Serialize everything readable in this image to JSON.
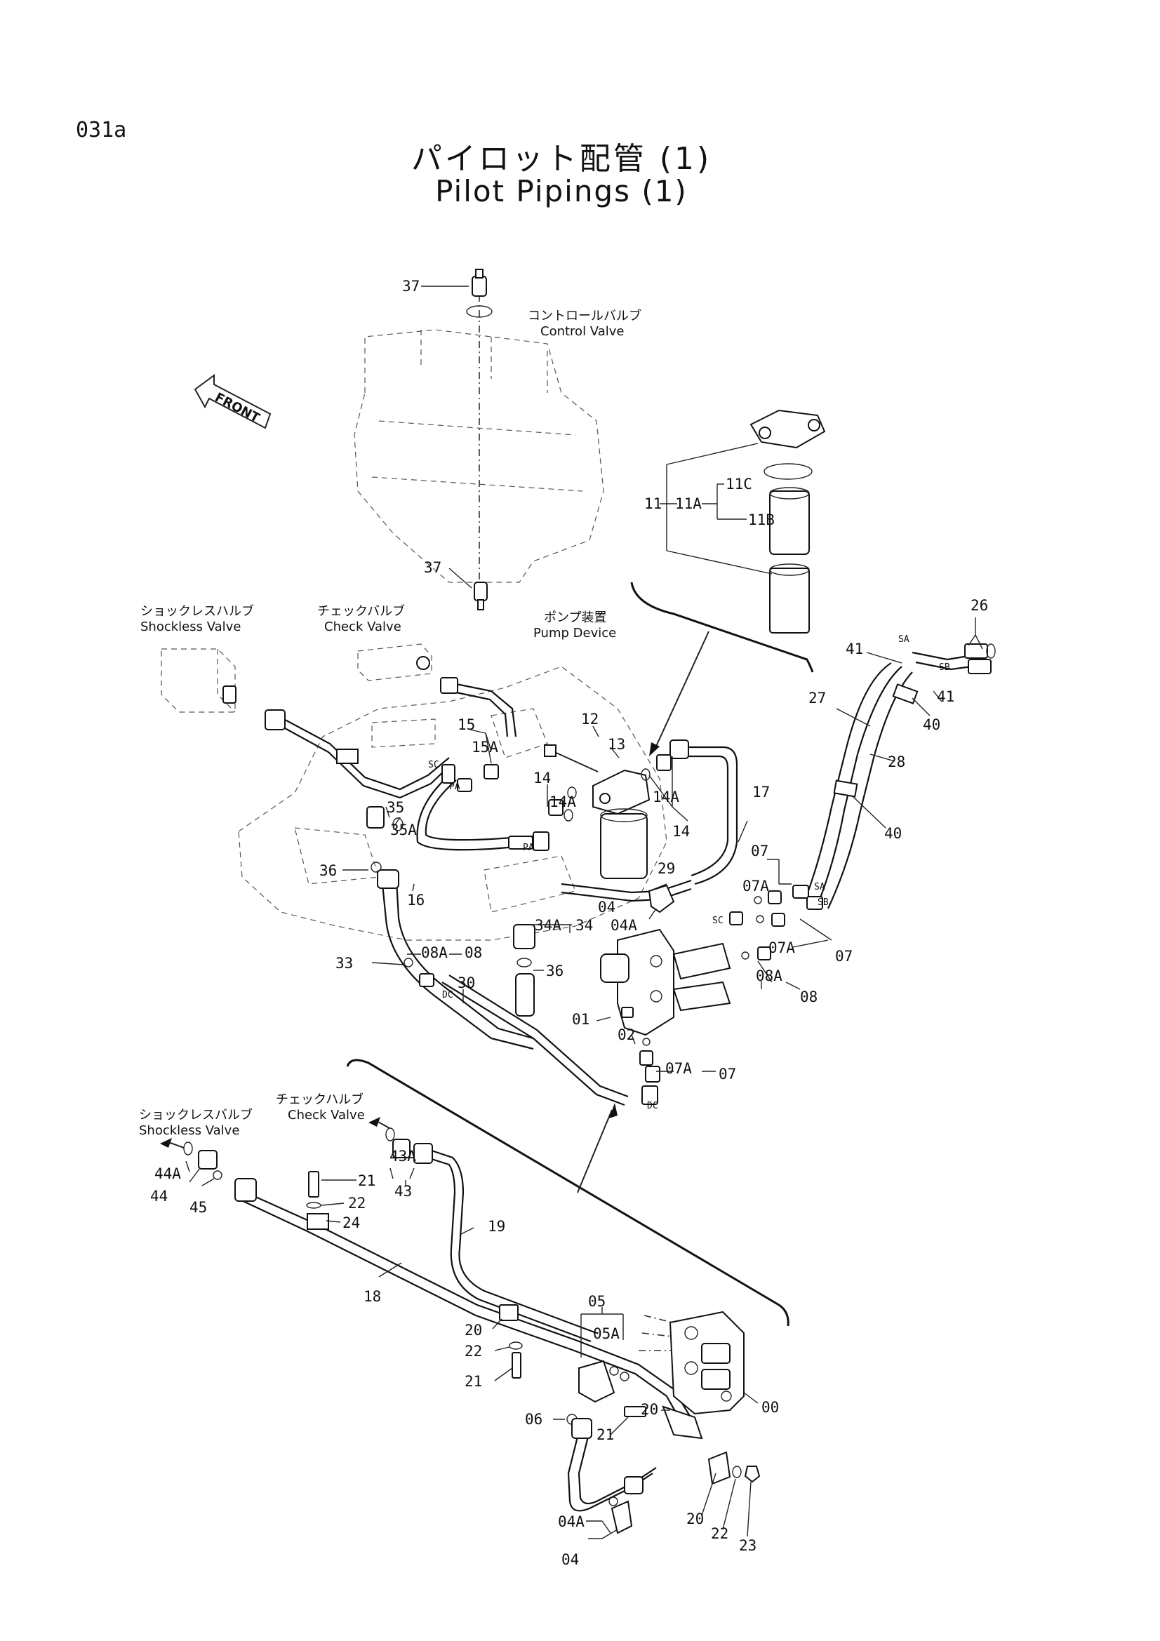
{
  "page_id": "031a",
  "title_jp": "パイロット配管 (1)",
  "title_en": "Pilot Pipings (1)",
  "front_arrow": "FRONT",
  "labels": {
    "control_valve_jp": "コントロールバルブ",
    "control_valve_en": "Control Valve",
    "shockless_valve_jp_top": "ショックレスハルブ",
    "shockless_valve_en_top": "Shockless Valve",
    "check_valve_jp_top": "チェックバルブ",
    "check_valve_en_top": "Check Valve",
    "pump_device_jp": "ポンプ装置",
    "pump_device_en": "Pump Device",
    "check_valve_jp_bottom": "チェックハルブ",
    "check_valve_en_bottom": "Check Valve",
    "shockless_valve_jp_bottom": "ショックレスバルブ",
    "shockless_valve_en_bottom": "Shockless Valve"
  },
  "callouts": {
    "c37a": "37",
    "c37b": "37",
    "c11": "11",
    "c11A": "11A",
    "c11B": "11B",
    "c11C": "11C",
    "c26": "26",
    "c41a": "41",
    "c41b": "41",
    "c40a": "40",
    "c40b": "40",
    "c27": "27",
    "c28": "28",
    "c12": "12",
    "c13": "13",
    "c14a": "14",
    "c14b": "14",
    "c14Aa": "14A",
    "c14Ab": "14A",
    "c15": "15",
    "c15A": "15A",
    "c17": "17",
    "c35": "35",
    "c35A": "35A",
    "c36a": "36",
    "c36b": "36",
    "c16": "16",
    "c29": "29",
    "c04a": "04",
    "c04Aa": "04A",
    "c34": "34",
    "c34A": "34A",
    "c07a": "07",
    "c07Aa": "07A",
    "c07b": "07",
    "c07Ab": "07A",
    "c07c": "07",
    "c07Ac": "07A",
    "c08a": "08",
    "c08Aa": "08A",
    "c08b": "08",
    "c08Ab": "08A",
    "c33": "33",
    "c30": "30",
    "c01": "01",
    "c02": "02",
    "c21a": "21",
    "c22a": "22",
    "c24": "24",
    "c19": "19",
    "c18": "18",
    "c43": "43",
    "c43A": "43A",
    "c44": "44",
    "c44A": "44A",
    "c45": "45",
    "c05": "05",
    "c05A": "05A",
    "c20a": "20",
    "c22b": "22",
    "c21b": "21",
    "c06": "06",
    "c21c": "21",
    "c20b": "20",
    "c00": "00",
    "c20c": "20",
    "c22c": "22",
    "c23": "23",
    "c04Ab": "04A",
    "c04b": "04"
  },
  "ports": {
    "SA1": "SA",
    "SB1": "SB",
    "SA2": "SA",
    "SB2": "SB",
    "SC1": "SC",
    "PA1": "PA",
    "PA2": "PA",
    "SC2": "SC",
    "DC1": "DC",
    "DC2": "DC"
  }
}
